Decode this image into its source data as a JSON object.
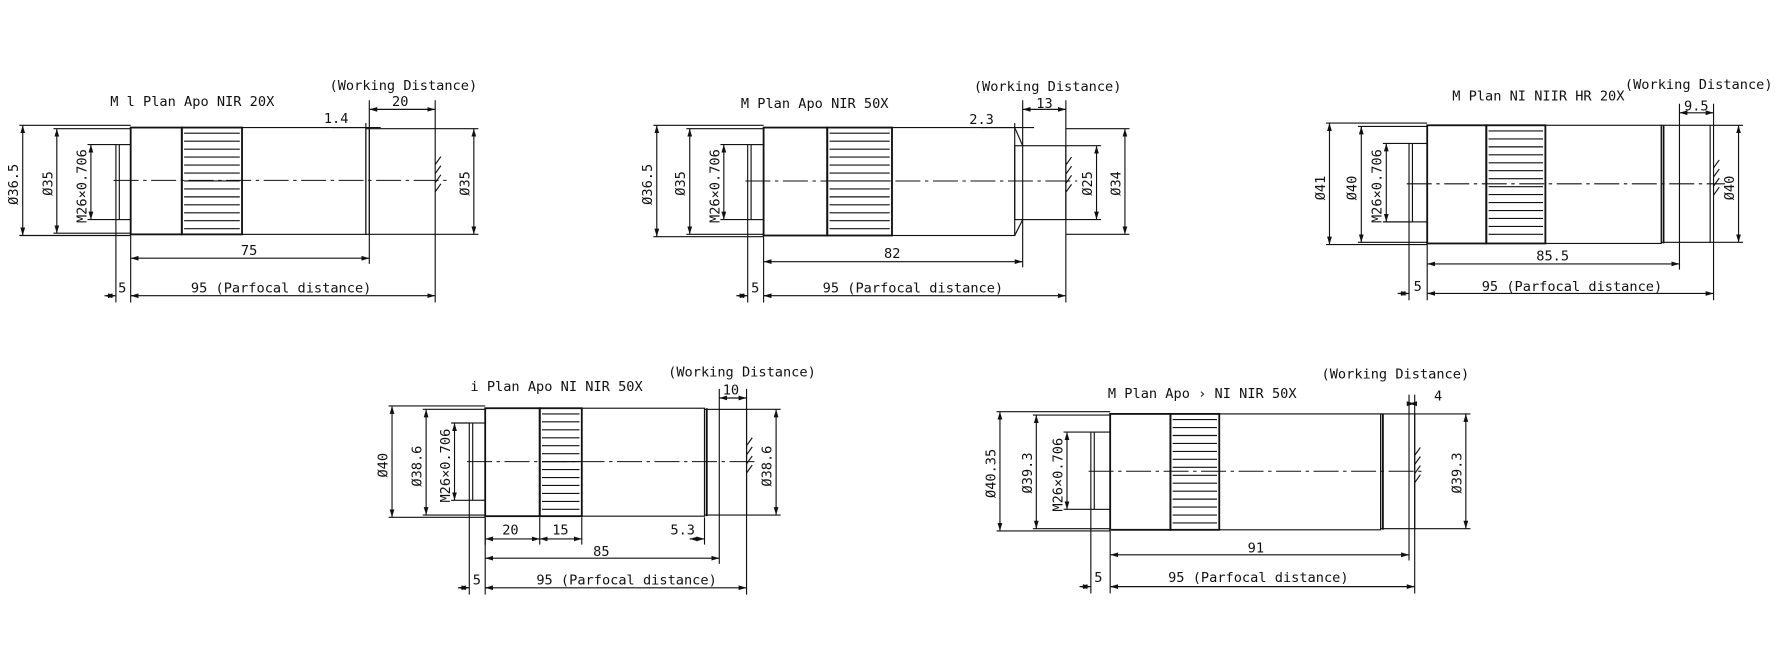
{
  "drawings": [
    {
      "title": "M l Plan Apo NIR 20X",
      "wd_label": "(Working Distance)",
      "d_outer": "Ø36.5",
      "d_mount": "Ø35",
      "thread": "M26×0.706",
      "d_front": "Ø35",
      "len": "75",
      "gap": "1.4",
      "wd": "20",
      "flange": "5",
      "parfocal": "95 (Parfocal distance)"
    },
    {
      "title": "M   Plan Apo NIR 50X",
      "wd_label": "(Working Distance)",
      "d_outer": "Ø36.5",
      "d_mount": "Ø35",
      "thread": "M26×0.706",
      "d_tip": "Ø25",
      "d_front": "Ø34",
      "len": "82",
      "gap": "2.3",
      "wd": "13",
      "flange": "5",
      "parfocal": "95 (Parfocal distance)"
    },
    {
      "title": "M Plan NI NIIR HR 20X",
      "wd_label": "(Working Distance)",
      "d_outer": "Ø41",
      "d_mount": "Ø40",
      "thread": "M26×0.706",
      "d_front": "Ø40",
      "len": "85.5",
      "wd": "9.5",
      "flange": "5",
      "parfocal": "95 (Parfocal distance)"
    },
    {
      "title": "i Plan Apo NI NIR 50X",
      "wd_label": "(Working Distance)",
      "d_outer": "Ø40",
      "d_mount": "Ø38.6",
      "thread": "M26×0.706",
      "d_front": "Ø38.6",
      "seg1": "20",
      "seg2": "15",
      "seg3": "5.3",
      "len": "85",
      "wd": "10",
      "flange": "5",
      "parfocal": "95 (Parfocal distance)"
    },
    {
      "title": "M Plan Apo › NI NIR 50X",
      "wd_label": "(Working Distance)",
      "d_outer": "Ø40.35",
      "d_mount": "Ø39.3",
      "thread": "M26×0.706",
      "d_front": "Ø39.3",
      "len": "91",
      "wd": "4",
      "flange": "5",
      "parfocal": "95 (Parfocal distance)"
    }
  ]
}
